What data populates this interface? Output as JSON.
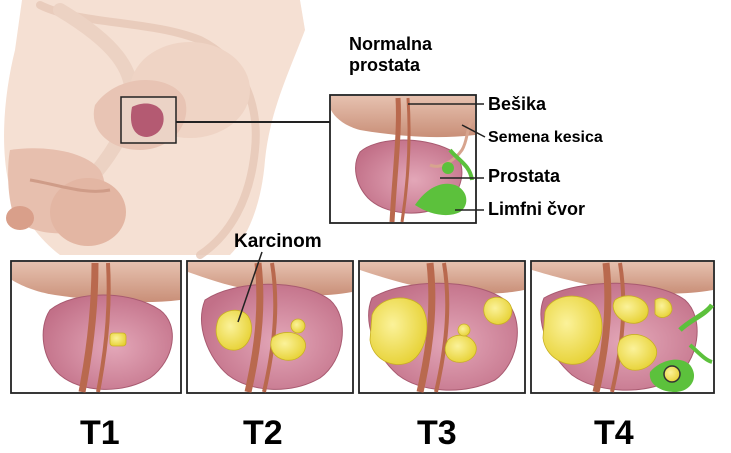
{
  "title_line1": "Normalna",
  "title_line2": "prostata",
  "parts": {
    "besika": "Bešika",
    "semena_kesica": "Semena kesica",
    "prostata": "Prostata",
    "limfni_cvor": "Limfni čvor"
  },
  "tumor_label": "Karcinom",
  "stages": [
    "T1",
    "T2",
    "T3",
    "T4"
  ],
  "colors": {
    "skin": "#f3ddd0",
    "prostate": "#d58aa0",
    "bladder": "#d8a892",
    "tumor": "#f0e24a",
    "lymph": "#5cc13c",
    "urethra": "#b9694e"
  }
}
